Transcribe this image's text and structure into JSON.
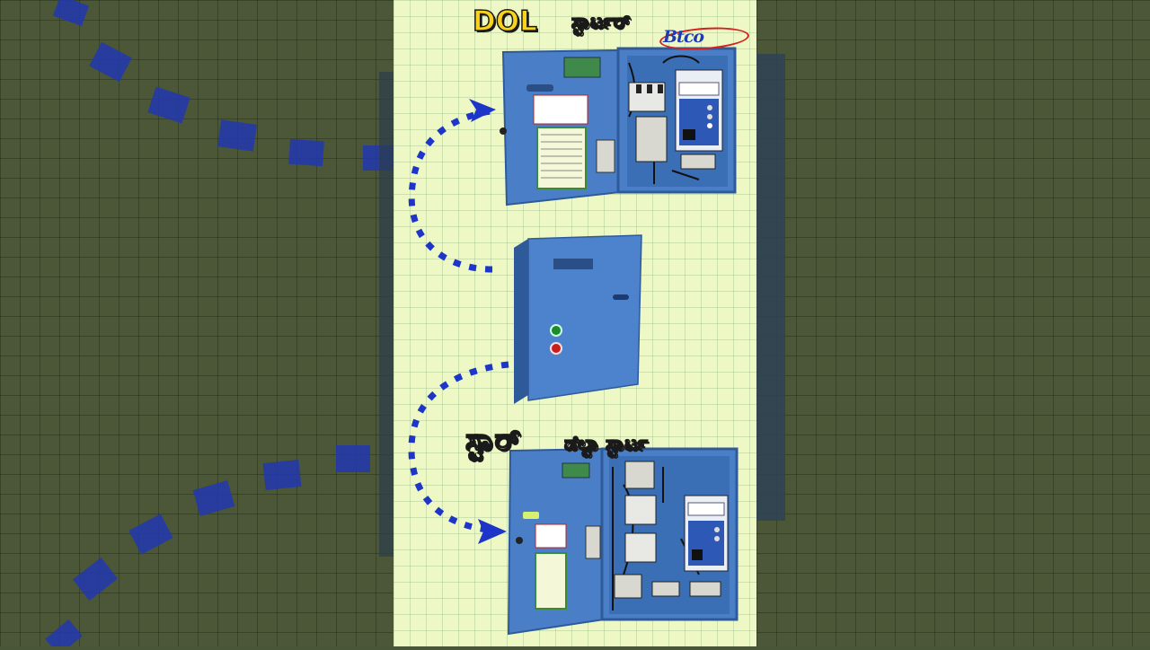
{
  "titles": {
    "dol": "DOL",
    "dol_starter": "ಸ್ಟಾರ್ಟರ್",
    "star": "ಸ್ಟಾರ್",
    "delta_starter": "ಡೆಲ್ಟಾ ಸ್ಟಾರ್ಟ"
  },
  "brand": {
    "name": "Btco"
  },
  "colors": {
    "panel_blue": "#4a7fc8",
    "panel_dark": "#2e5a9a",
    "arrow_blue": "#1d35c8",
    "title_yellow": "#f8d21c",
    "center_bg": "#eef8c4",
    "side_bg": "#4b5737"
  },
  "icons": {
    "arrow_top": "dashed-arrow-right-icon",
    "arrow_bottom": "dashed-arrow-right-icon",
    "indicator_green": "green-lamp-icon",
    "indicator_red": "red-lamp-icon"
  }
}
